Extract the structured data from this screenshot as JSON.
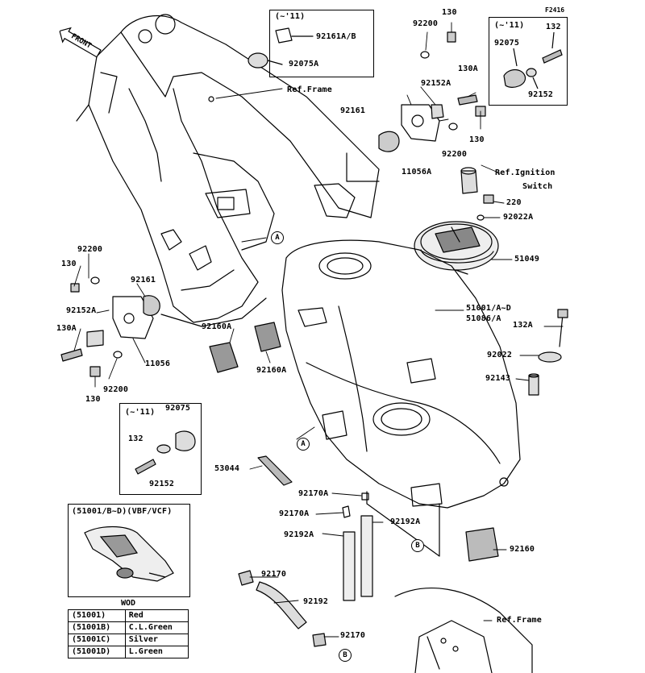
{
  "figure_id": "F2416",
  "front_label": "FRONT",
  "callout_a": "A",
  "callout_b": "B",
  "parts": {
    "p130_top": "130",
    "p92200_top": "92200",
    "p92161ab": "92161A/B",
    "p92075a": "92075A",
    "ref_frame_top": "Ref.Frame",
    "p92152a_top": "92152A",
    "p130a_top": "130A",
    "p92161_top": "92161",
    "p11056a": "11056A",
    "p92200_mid": "92200",
    "p130_mid": "130",
    "ref_ignition_1": "Ref.Ignition",
    "ref_ignition_2": "Switch",
    "p220": "220",
    "p92022a": "92022A",
    "p51049": "51049",
    "p51001": "51001/A~D",
    "p51086": "51086/A",
    "p132a": "132A",
    "p92022": "92022",
    "p92143": "92143",
    "p92200_left": "92200",
    "p130_left": "130",
    "p92161_left": "92161",
    "p92152a_left": "92152A",
    "p130a_left": "130A",
    "p11056": "11056",
    "p92200_left2": "92200",
    "p130_left2": "130",
    "p92160a_1": "92160A",
    "p92160a_2": "92160A",
    "p53044": "53044",
    "p92170a_1": "92170A",
    "p92170a_2": "92170A",
    "p92192a_1": "92192A",
    "p92192a_2": "92192A",
    "p92160": "92160",
    "p92170_1": "92170",
    "p92192": "92192",
    "p92170_2": "92170",
    "ref_frame_bottom": "Ref.Frame"
  },
  "box_top": {
    "title": "(~'11)"
  },
  "box_topright": {
    "title": "(~'11)",
    "p92075": "92075",
    "p132": "132",
    "p92152": "92152"
  },
  "box_left": {
    "title": "(~'11)",
    "p92075": "92075",
    "p132": "132",
    "p92152": "92152"
  },
  "box_variant": {
    "title": "(51001/B~D)(VBF/VCF)"
  },
  "wod_table": {
    "header": "WOD",
    "rows": [
      {
        "code": "(51001)",
        "color": "Red"
      },
      {
        "code": "(51001B)",
        "color": "C.L.Green"
      },
      {
        "code": "(51001C)",
        "color": "Silver"
      },
      {
        "code": "(51001D)",
        "color": "L.Green"
      }
    ]
  }
}
